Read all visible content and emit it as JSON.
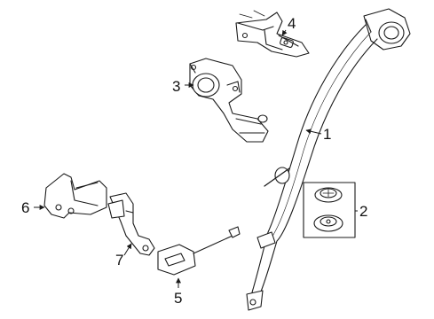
{
  "diagram": {
    "callouts": [
      {
        "id": "1",
        "label": "1"
      },
      {
        "id": "2",
        "label": "2"
      },
      {
        "id": "3",
        "label": "3"
      },
      {
        "id": "4",
        "label": "4"
      },
      {
        "id": "5",
        "label": "5"
      },
      {
        "id": "6",
        "label": "6"
      },
      {
        "id": "7",
        "label": "7"
      }
    ],
    "colors": {
      "line": "#1a1a1a",
      "background": "#ffffff",
      "fill": "#ffffff"
    }
  }
}
